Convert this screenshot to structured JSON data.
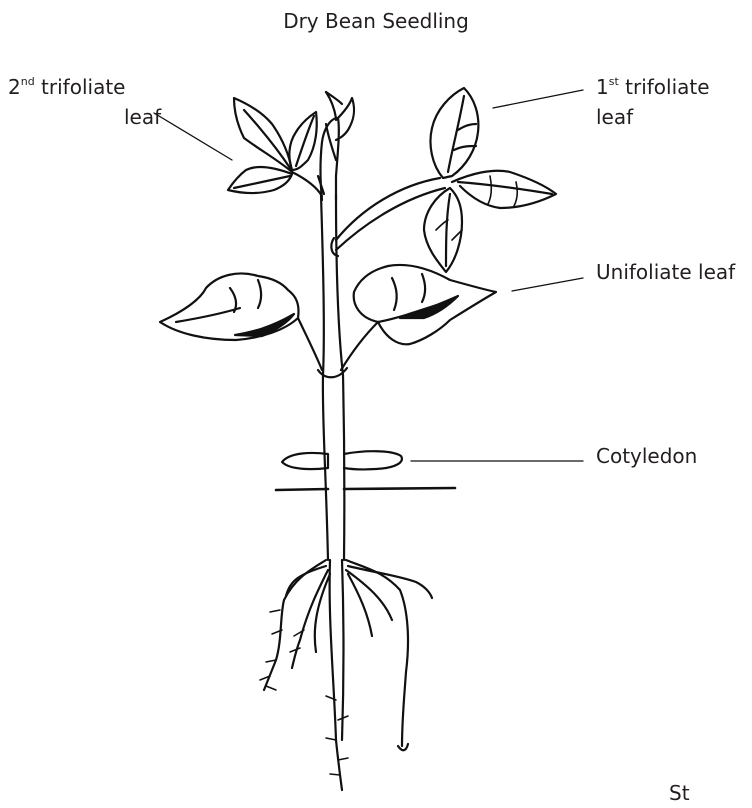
{
  "title": "Dry Bean Seedling",
  "labels": {
    "second_trifoliate": {
      "pre": "2",
      "sup": "nd",
      "post": " trifoliate",
      "line2": "leaf"
    },
    "first_trifoliate": {
      "pre": "1",
      "sup": "st",
      "post": " trifoliate",
      "line2": "leaf"
    },
    "unifoliate": "Unifoliate leaf",
    "cotyledon": "Cotyledon",
    "corner_fragment": "St"
  },
  "colors": {
    "ink": "#111111",
    "text": "#231f20",
    "background": "#ffffff"
  }
}
